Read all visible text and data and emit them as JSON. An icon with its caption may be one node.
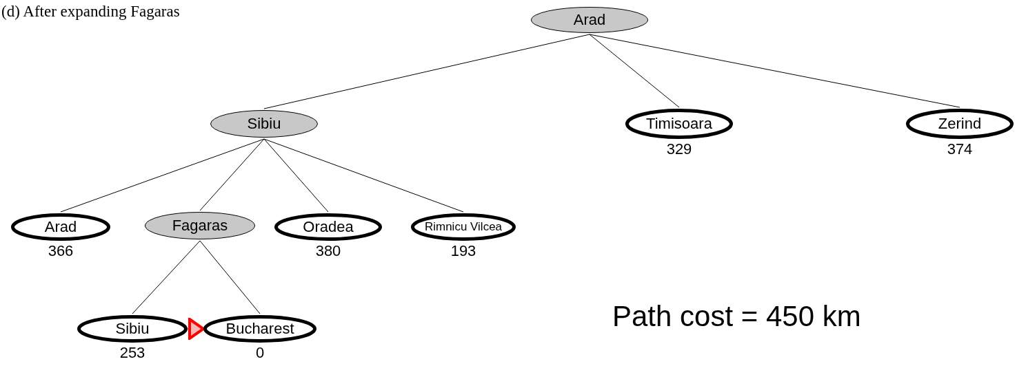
{
  "diagram": {
    "title": "(d) After expanding Fagaras",
    "nodes": [
      {
        "text": [
          "Arad"
        ]
      },
      {
        "text": [
          "Sibiu"
        ]
      },
      {
        "text": [
          "Timisoara"
        ],
        "beside": [
          "329"
        ]
      },
      {
        "text": [
          "Zerind"
        ],
        "beside": [
          "374"
        ]
      },
      {
        "text": [
          "Arad"
        ],
        "beside": [
          "366"
        ]
      },
      {
        "text": [
          "Fagaras"
        ]
      },
      {
        "text": [
          "Oradea"
        ],
        "beside": [
          "380"
        ]
      },
      {
        "text": [
          "Rimnicu Vilcea"
        ],
        "beside": [
          "193"
        ]
      },
      {
        "text": [
          "Sibiu"
        ],
        "beside": [
          "253"
        ]
      },
      {
        "text": [
          "Bucharest"
        ],
        "beside": [
          "0"
        ]
      }
    ],
    "edges": [
      {
        "from": 0,
        "to": 1,
        "arrow": "none"
      },
      {
        "from": 0,
        "to": 2,
        "arrow": "none"
      },
      {
        "from": 0,
        "to": 3,
        "arrow": "none"
      },
      {
        "from": 1,
        "to": 4,
        "arrow": "none"
      },
      {
        "from": 1,
        "to": 5,
        "arrow": "none"
      },
      {
        "from": 1,
        "to": 6,
        "arrow": "none"
      },
      {
        "from": 1,
        "to": 7,
        "arrow": "none"
      },
      {
        "from": 5,
        "to": 8,
        "arrow": "none"
      },
      {
        "from": 5,
        "to": 9,
        "arrow": "none"
      },
      {
        "from": 8,
        "to": 9,
        "arrow": "to",
        "color": "#ff0000"
      }
    ],
    "labels": [
      "Path cost = 450 km"
    ]
  }
}
